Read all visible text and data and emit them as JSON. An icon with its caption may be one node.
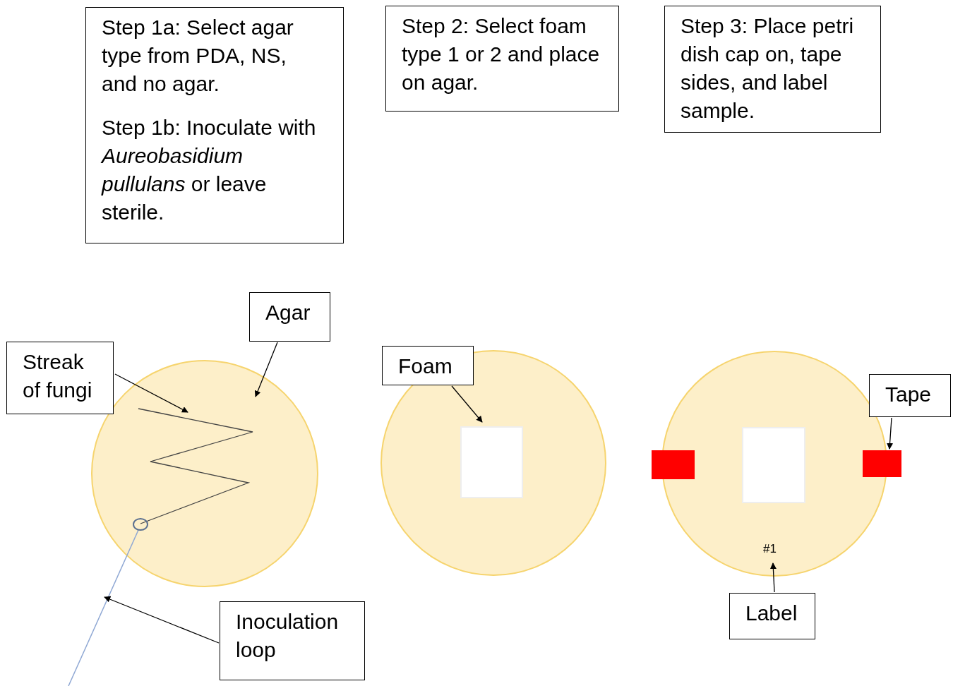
{
  "diagram": {
    "nodes": [
      {
        "text": [
          "Step 1a: Select agar type from PDA, NS, and no agar.",
          "Step 1b: Inoculate with *Aureobasidium pullulans* or leave sterile."
        ]
      },
      {
        "text": [
          "Step 2: Select foam type 1 or 2 and place on agar."
        ]
      },
      {
        "text": [
          "Step 3: Place petri dish cap on, tape sides, and label sample."
        ]
      },
      {
        "text": [
          "Agar"
        ]
      },
      {
        "text": [
          "Streak of fungi"
        ]
      },
      {
        "text": [
          "Foam"
        ]
      },
      {
        "text": [
          "Tape"
        ]
      },
      {
        "text": [],
        "shape": "circle"
      },
      {
        "text": [],
        "shape": "line",
        "in": 7
      },
      {
        "text": [],
        "shape": "picture"
      },
      {
        "text": [],
        "shape": "circle"
      },
      {
        "text": [],
        "shape": "box",
        "in": 10
      },
      {
        "text": [],
        "shape": "circle"
      },
      {
        "text": [],
        "shape": "box"
      },
      {
        "text": [],
        "shape": "box",
        "in": 12
      },
      {
        "text": [],
        "shape": "box"
      },
      {
        "text": [
          "#1"
        ],
        "in": 12
      },
      {
        "text": [
          "Inoculation loop"
        ]
      },
      {
        "text": [
          "Label"
        ]
      }
    ],
    "edges": [
      {
        "from": 3,
        "to": 7,
        "arrow": "to"
      },
      {
        "from": 4,
        "to": 8,
        "arrow": "to"
      },
      {
        "from": 5,
        "to": 11,
        "arrow": "to"
      },
      {
        "from": 6,
        "to": 15,
        "arrow": "to"
      },
      {
        "from": 17,
        "to": 9,
        "arrow": "to"
      },
      {
        "from": 18,
        "to": 16,
        "arrow": "to"
      }
    ]
  }
}
